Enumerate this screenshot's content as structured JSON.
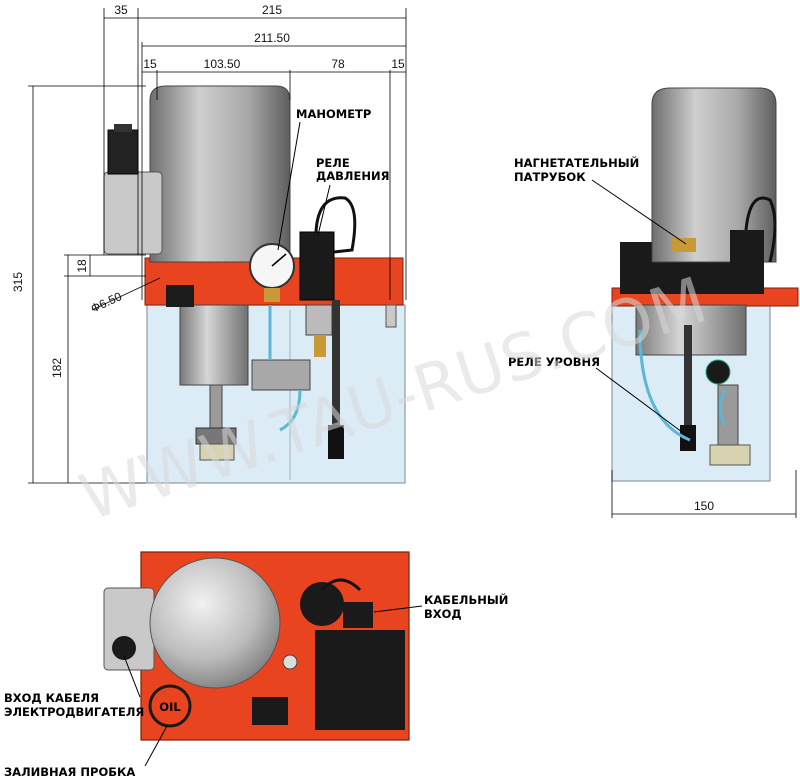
{
  "watermark": "WWW.TAU-RUS.COM",
  "colors": {
    "housing": "#e8441f",
    "tank": "#dcecf6",
    "motor": "#9a9a9a",
    "dark": "#151515"
  },
  "dimensions": {
    "d35": "35",
    "d215": "215",
    "d211_50": "211.50",
    "d15a": "15",
    "d103_50": "103.50",
    "d78": "78",
    "d15b": "15",
    "d315": "315",
    "d18": "18",
    "d6_50": "Ф6.50",
    "d182": "182",
    "d150": "150"
  },
  "labels": {
    "manometer": "МАНОМЕТР",
    "pressure_relay_1": "РЕЛЕ",
    "pressure_relay_2": "ДАВЛЕНИЯ",
    "discharge_1": "НАГНЕТАТЕЛЬНЫЙ",
    "discharge_2": "ПАТРУБОК",
    "level_relay": "РЕЛЕ УРОВНЯ",
    "cable_entry_1": "КАБЕЛЬНЫЙ",
    "cable_entry_2": "ВХОД",
    "motor_cable_1": "ВХОД КАБЕЛЯ",
    "motor_cable_2": "ЭЛЕКТРОДВИГАТЕЛЯ",
    "filler_cap": "ЗАЛИВНАЯ ПРОБКА",
    "oil_mark": "OIL"
  }
}
